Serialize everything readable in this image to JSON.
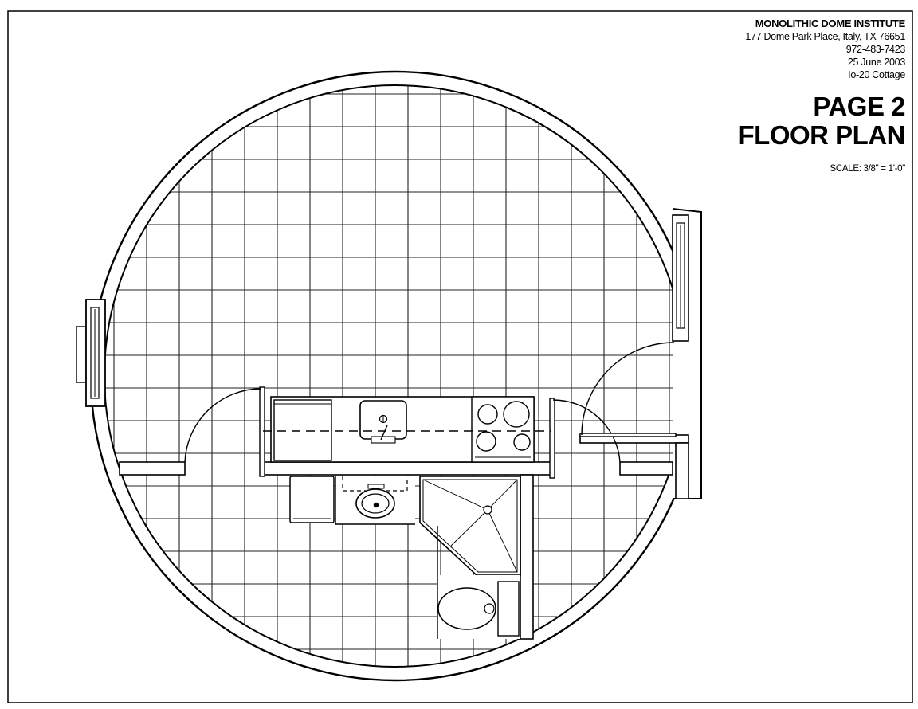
{
  "title_block": {
    "organization": "MONOLITHIC DOME INSTITUTE",
    "address": "177 Dome Park Place, Italy, TX 76651",
    "phone": "972-483-7423",
    "date": "25 June 2003",
    "project": "Io-20 Cottage",
    "page": "PAGE 2",
    "sheet_title": "FLOOR PLAN",
    "scale": "SCALE: 3/8\" = 1'-0\""
  },
  "colors": {
    "line": "#000000",
    "grid": "#222222",
    "background": "#ffffff"
  }
}
